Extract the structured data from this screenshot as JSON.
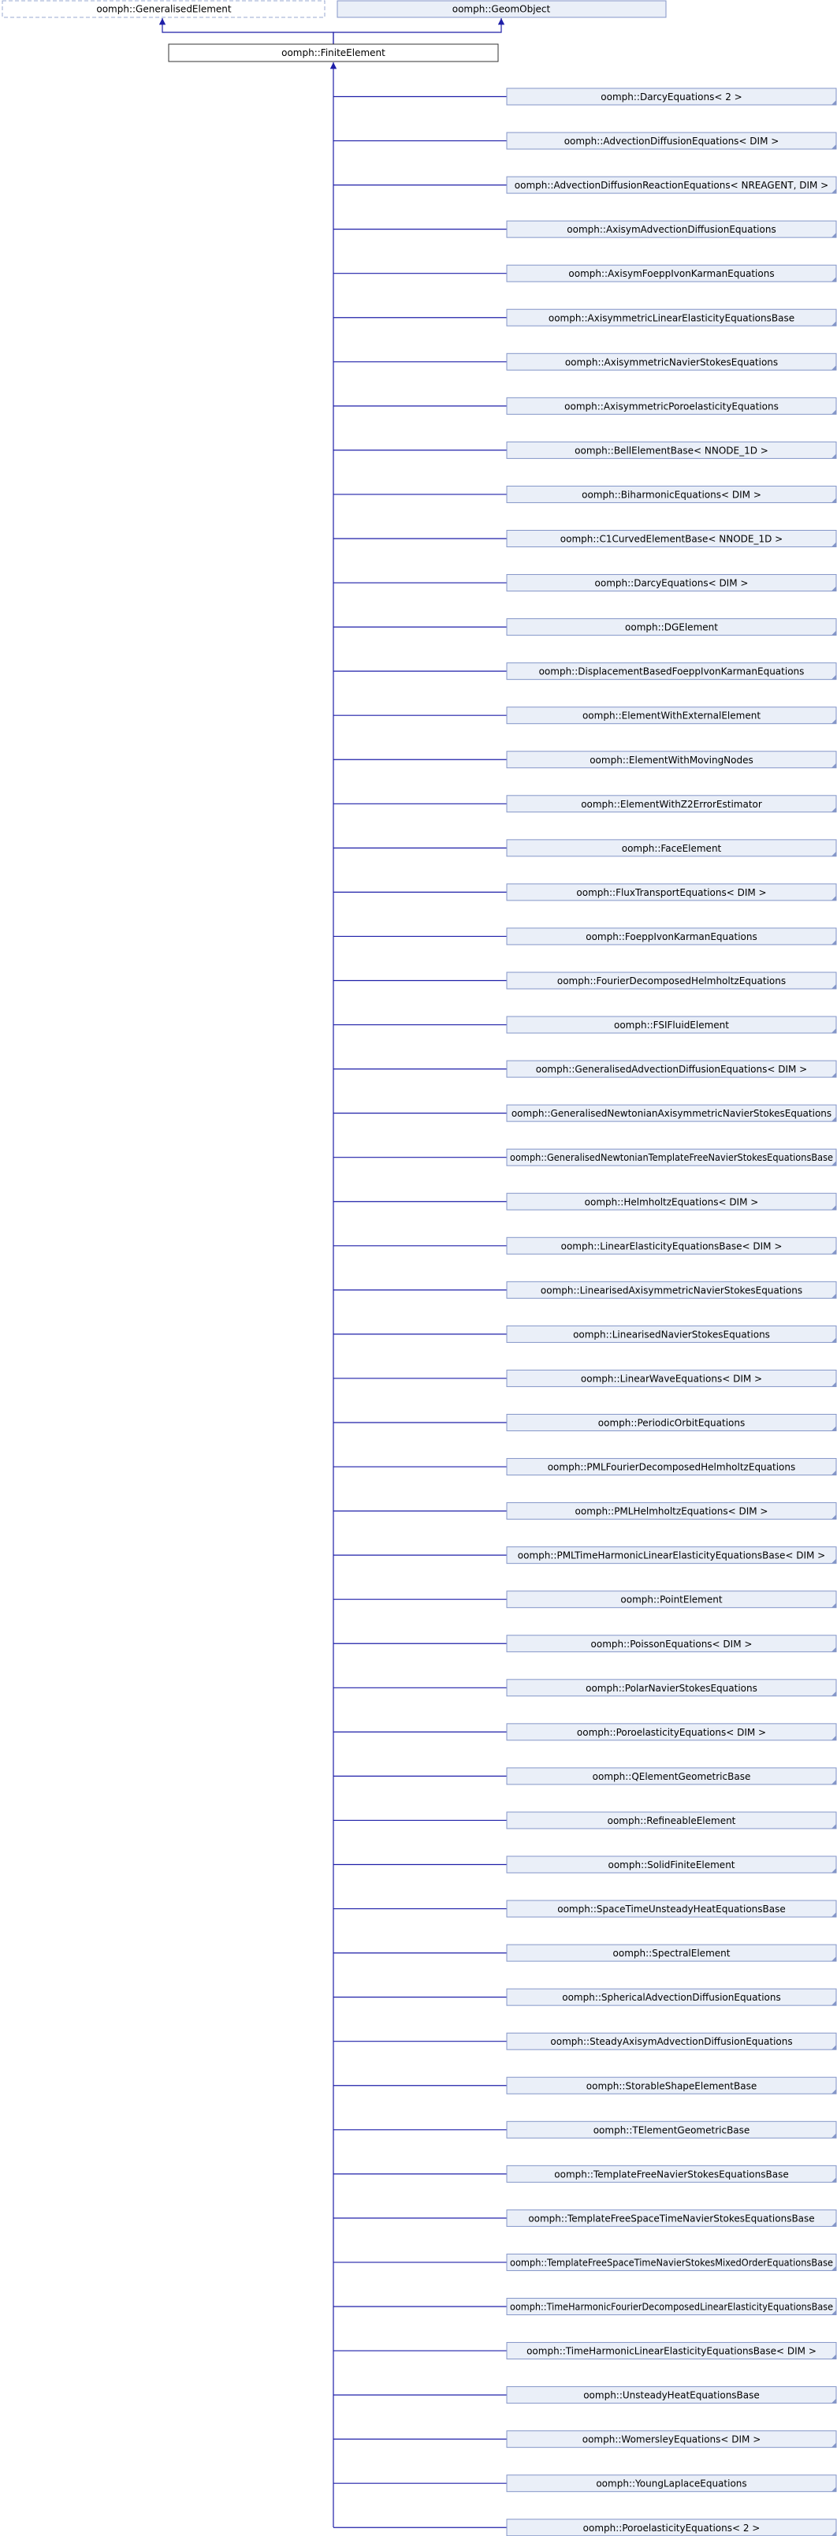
{
  "colors": {
    "edge": "#1e1fa8",
    "node_fill": "#eaeff8",
    "node_border": "#8496c8",
    "base_node_fill": "#ffffff",
    "base_node_border": "#333333",
    "dashed_border": "#9aaad2"
  },
  "nodes": {
    "generalised_element": "oomph::GeneralisedElement",
    "geom_object": "oomph::GeomObject",
    "finite_element": "oomph::FiniteElement"
  },
  "derived": [
    "oomph::DarcyEquations< 2 >",
    "oomph::AdvectionDiffusionEquations< DIM >",
    "oomph::AdvectionDiffusionReactionEquations< NREAGENT, DIM >",
    "oomph::AxisymAdvectionDiffusionEquations",
    "oomph::AxisymFoeppIvonKarmanEquations",
    "oomph::AxisymmetricLinearElasticityEquationsBase",
    "oomph::AxisymmetricNavierStokesEquations",
    "oomph::AxisymmetricPoroelasticityEquations",
    "oomph::BellElementBase< NNODE_1D >",
    "oomph::BiharmonicEquations< DIM >",
    "oomph::C1CurvedElementBase< NNODE_1D >",
    "oomph::DarcyEquations< DIM >",
    "oomph::DGElement",
    "oomph::DisplacementBasedFoeppIvonKarmanEquations",
    "oomph::ElementWithExternalElement",
    "oomph::ElementWithMovingNodes",
    "oomph::ElementWithZ2ErrorEstimator",
    "oomph::FaceElement",
    "oomph::FluxTransportEquations< DIM >",
    "oomph::FoeppIvonKarmanEquations",
    "oomph::FourierDecomposedHelmholtzEquations",
    "oomph::FSIFluidElement",
    "oomph::GeneralisedAdvectionDiffusionEquations< DIM >",
    "oomph::GeneralisedNewtonianAxisymmetricNavierStokesEquations",
    "oomph::GeneralisedNewtonianTemplateFreeNavierStokesEquationsBase",
    "oomph::HelmholtzEquations< DIM >",
    "oomph::LinearElasticityEquationsBase< DIM >",
    "oomph::LinearisedAxisymmetricNavierStokesEquations",
    "oomph::LinearisedNavierStokesEquations",
    "oomph::LinearWaveEquations< DIM >",
    "oomph::PeriodicOrbitEquations",
    "oomph::PMLFourierDecomposedHelmholtzEquations",
    "oomph::PMLHelmholtzEquations< DIM >",
    "oomph::PMLTimeHarmonicLinearElasticityEquationsBase< DIM >",
    "oomph::PointElement",
    "oomph::PoissonEquations< DIM >",
    "oomph::PolarNavierStokesEquations",
    "oomph::PoroelasticityEquations< DIM >",
    "oomph::QElementGeometricBase",
    "oomph::RefineableElement",
    "oomph::SolidFiniteElement",
    "oomph::SpaceTimeUnsteadyHeatEquationsBase",
    "oomph::SpectralElement",
    "oomph::SphericalAdvectionDiffusionEquations",
    "oomph::SteadyAxisymAdvectionDiffusionEquations",
    "oomph::StorableShapeElementBase",
    "oomph::TElementGeometricBase",
    "oomph::TemplateFreeNavierStokesEquationsBase",
    "oomph::TemplateFreeSpaceTimeNavierStokesEquationsBase",
    "oomph::TemplateFreeSpaceTimeNavierStokesMixedOrderEquationsBase",
    "oomph::TimeHarmonicFourierDecomposedLinearElasticityEquationsBase",
    "oomph::TimeHarmonicLinearElasticityEquationsBase< DIM >",
    "oomph::UnsteadyHeatEquationsBase",
    "oomph::WomersleyEquations< DIM >",
    "oomph::YoungLaplaceEquations",
    "oomph::PoroelasticityEquations< 2 >"
  ]
}
